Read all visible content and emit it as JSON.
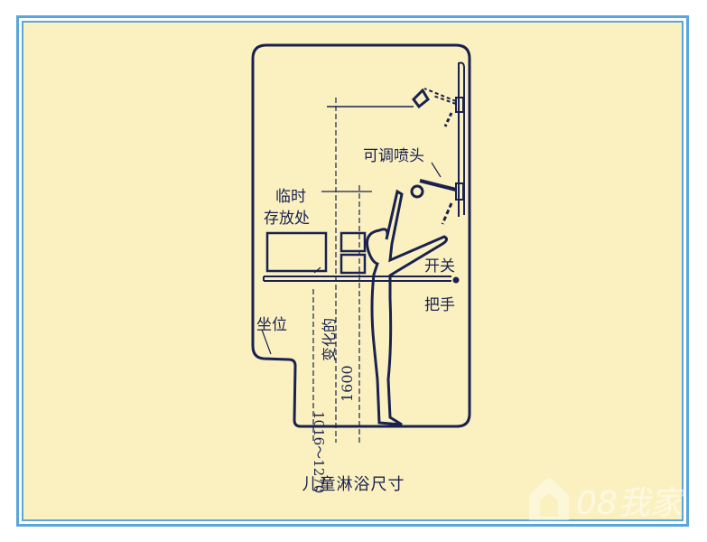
{
  "diagram": {
    "caption": "儿童淋浴尺寸",
    "labels": {
      "adjustable_shower_head": "可调喷头",
      "temporary_storage_line1": "临时",
      "temporary_storage_line2": "存放处",
      "switch": "开关",
      "handrail": "把手",
      "seat": "坐位",
      "dim_seat_height": "1016～1270",
      "dim_variable": "变化的",
      "dim_1600": "1600"
    }
  },
  "watermark": {
    "text": "08我家"
  },
  "colors": {
    "background": "#fbf1c0",
    "frame": "#5aa6dc",
    "ink": "#1a2150"
  }
}
